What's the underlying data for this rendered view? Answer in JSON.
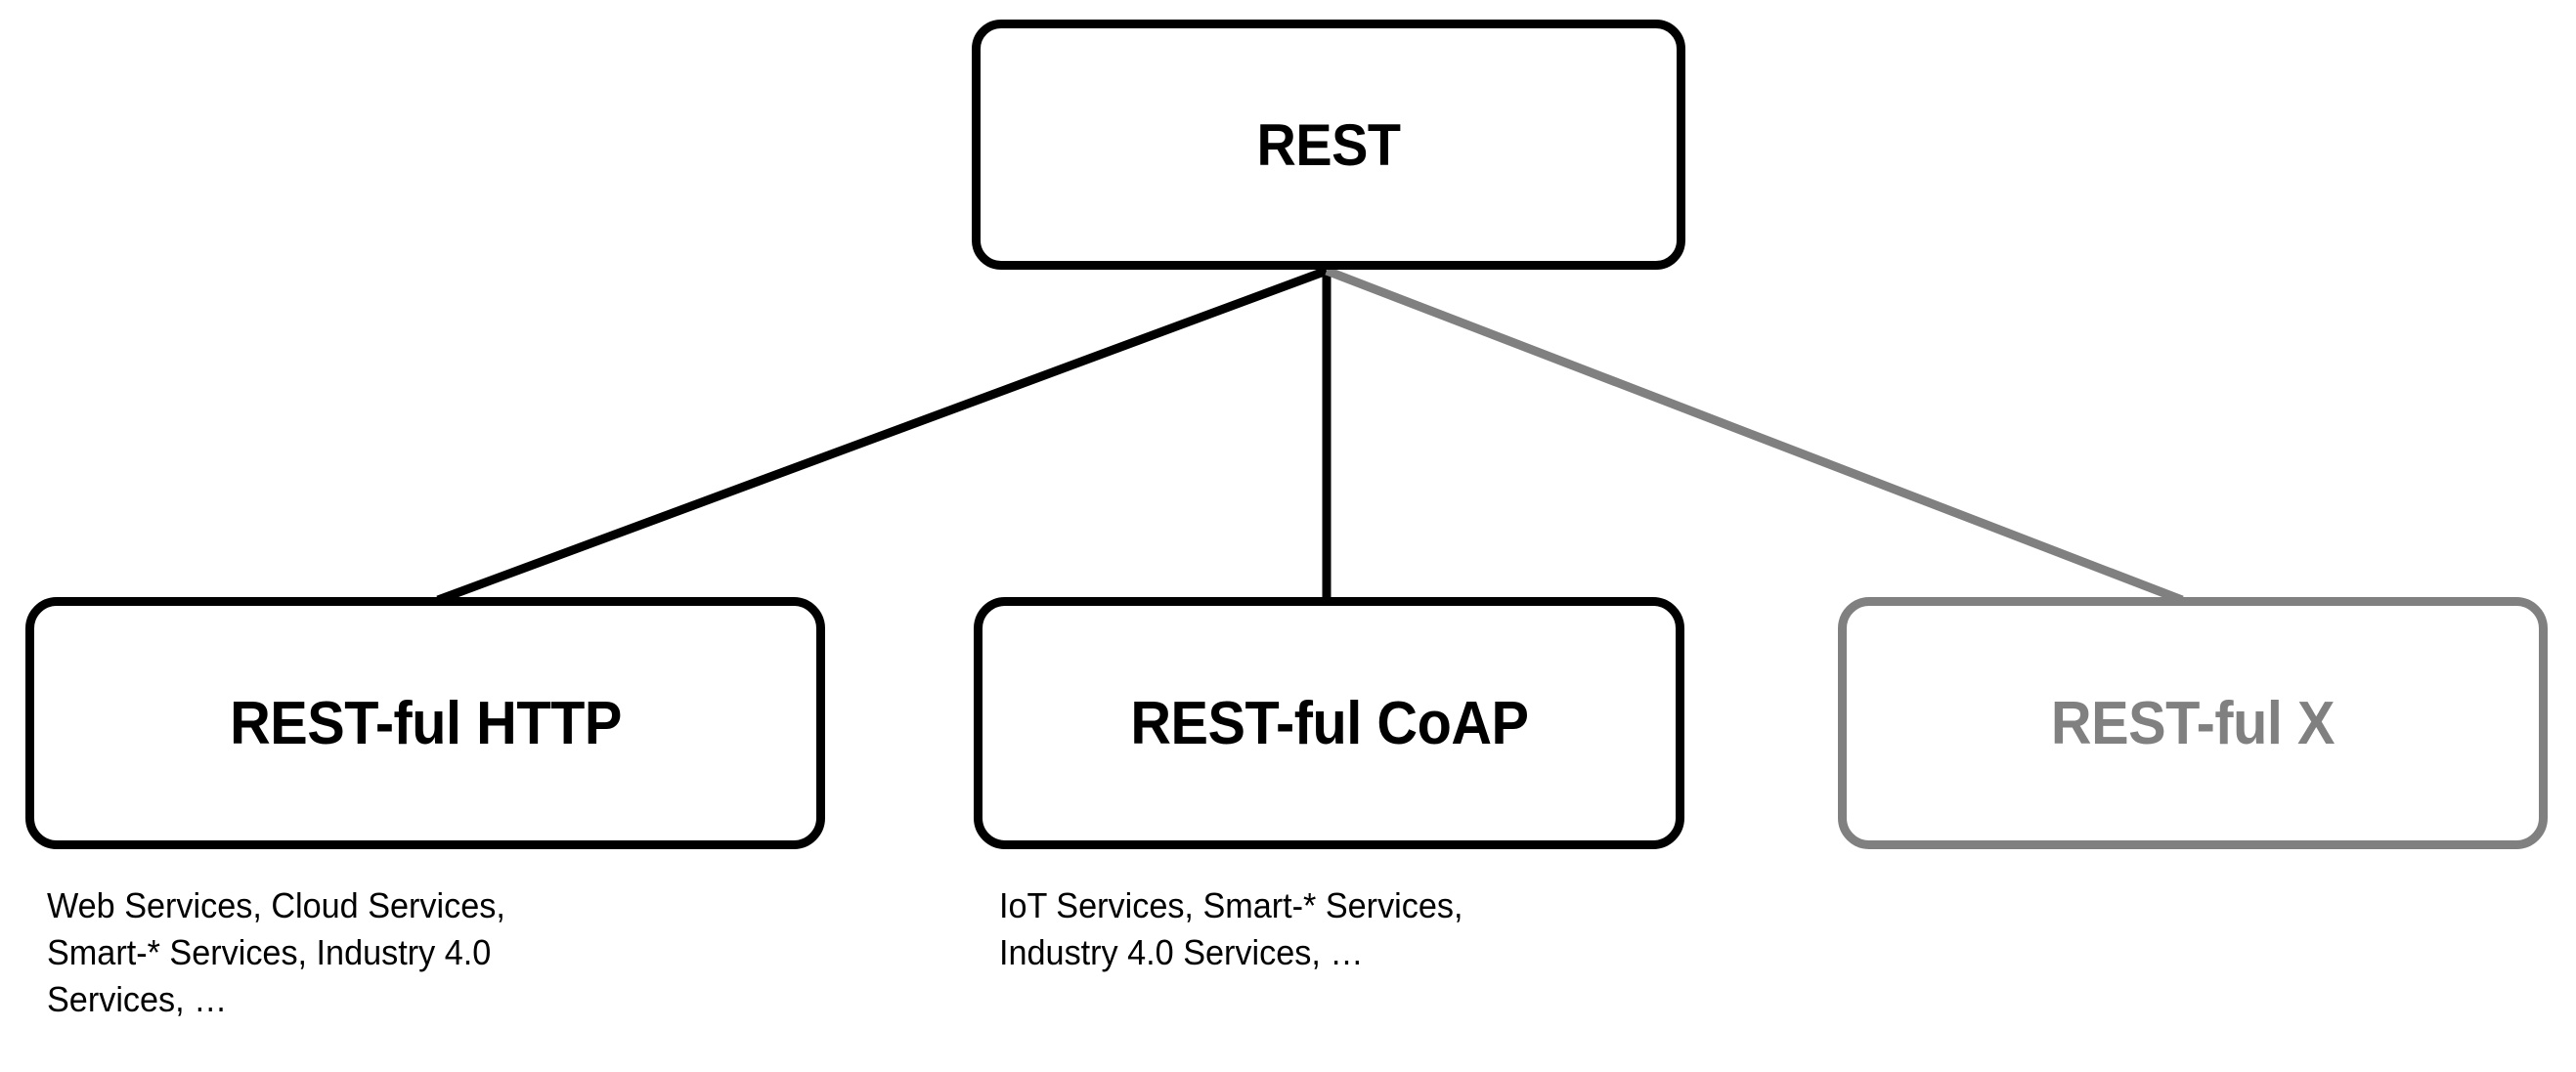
{
  "diagram": {
    "title_text": "REST hierarchy diagram",
    "background_color": "#ffffff",
    "active_color": "#000000",
    "muted_color": "#808080",
    "root": {
      "label": "REST"
    },
    "children": [
      {
        "id": "http",
        "label": "REST-ful HTTP",
        "state": "active",
        "color": "#000000",
        "caption": "Web Services,  Cloud Services,\nSmart-* Services,  Industry 4.0\nServices,  …"
      },
      {
        "id": "coap",
        "label": "REST-ful CoAP",
        "state": "active",
        "color": "#000000",
        "caption": "IoT Services,  Smart-*  Services,\nIndustry 4.0 Services, …"
      },
      {
        "id": "x",
        "label": "REST-ful X",
        "state": "muted",
        "color": "#808080",
        "caption": ""
      }
    ],
    "edges": [
      {
        "from": "rest",
        "to": "http",
        "color": "#000000"
      },
      {
        "from": "rest",
        "to": "coap",
        "color": "#000000"
      },
      {
        "from": "rest",
        "to": "x",
        "color": "#808080"
      }
    ]
  }
}
